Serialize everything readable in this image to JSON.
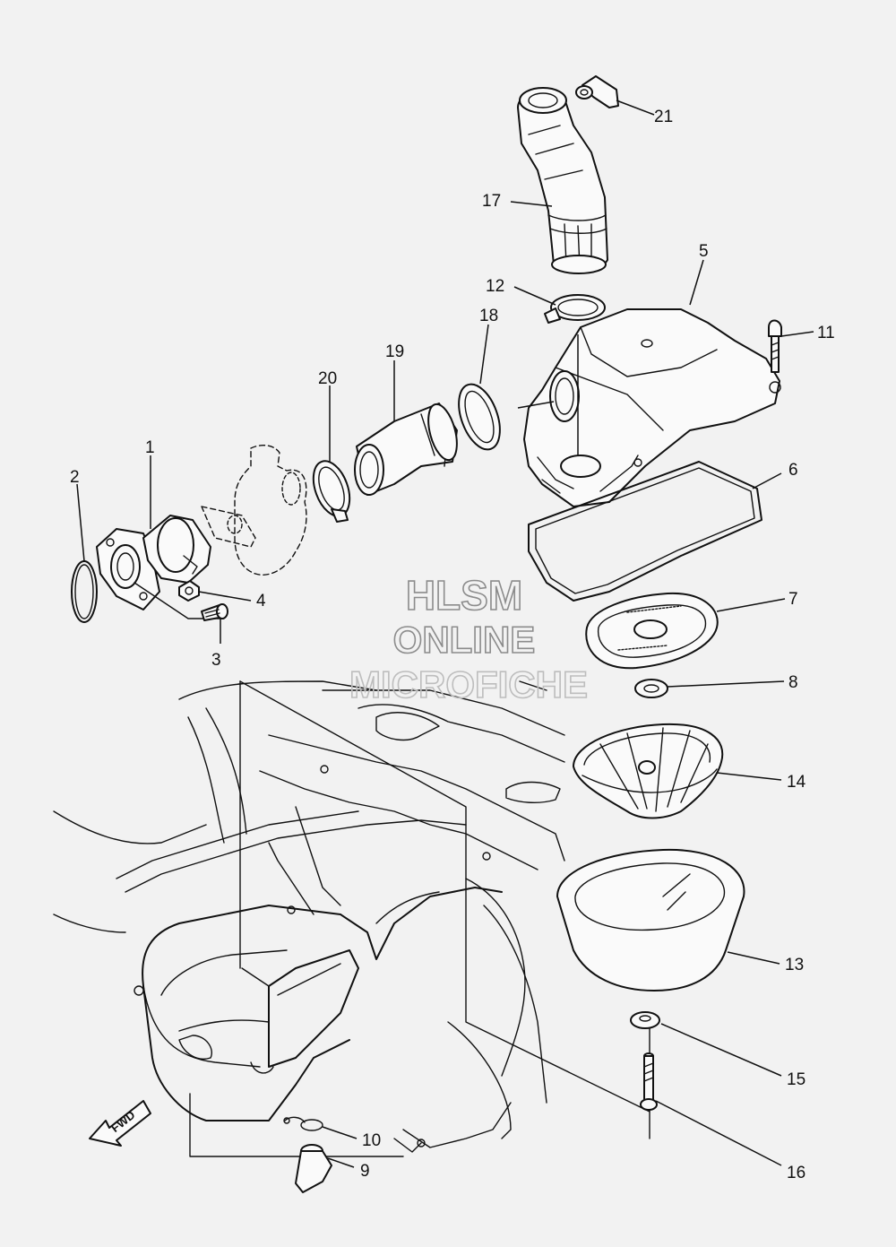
{
  "callouts": [
    "1",
    "2",
    "3",
    "4",
    "5",
    "6",
    "7",
    "8",
    "9",
    "10",
    "11",
    "12",
    "13",
    "14",
    "15",
    "16",
    "17",
    "18",
    "19",
    "20",
    "21"
  ],
  "watermark": {
    "line1": "HLSM",
    "line2": "ONLINE",
    "line3": "MICROFICHE"
  },
  "direction_label": "FWD",
  "colors": {
    "background": "#f2f2f2",
    "ink": "#111111",
    "watermark": "#8c8c8c"
  }
}
